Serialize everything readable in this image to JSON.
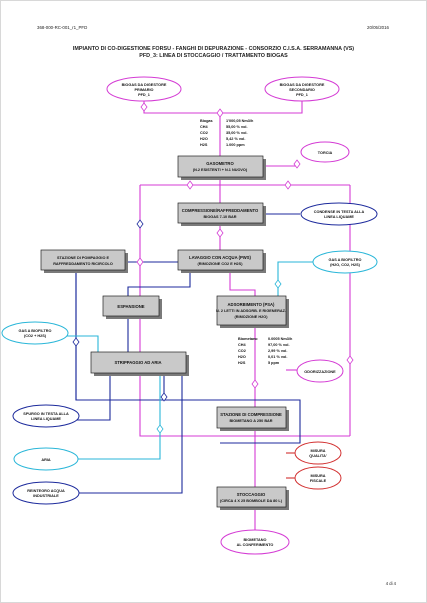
{
  "header": {
    "doc_code": "368-000-RC-001_r1_PFD",
    "date": "20/05/2016"
  },
  "title": {
    "line1": "IMPIANTO DI CO-DIGESTIONE FORSU - FANGHI DI DEPURAZIONE   -   CONSORZIO C.I.S.A. SERRAMANNA (VS)",
    "line2": "PFD_3: LINEA DI STOCCAGGIO / TRATTAMENTO BIOGAS"
  },
  "nodes": {
    "biogas_primari": [
      "BIOGAS DA DIGESTORE",
      "PRIMARIO",
      "PFD_1"
    ],
    "biogas_secondario": [
      "BIOGAS DA DIGESTORE",
      "SECONDARIO",
      "PFD_1"
    ],
    "gasometro": [
      "GASOMETRO",
      "(N.2 ESISTENTI + N.1 NUOVO)"
    ],
    "torcia": [
      "TORCIA"
    ],
    "compressione": [
      "COMPRESSIONE/RAFFREDDAMENTO",
      "BIOGAS 7-10 BAR"
    ],
    "condense": [
      "CONDENSE IN TESTA ALLA",
      "LINEA LIQUAME"
    ],
    "stazione_pompaggio": [
      "STAZIONE DI POMPAGGIO E",
      "RAFFREDDAMENTO RICIRCOLO"
    ],
    "lavaggio": [
      "LAVAGGIO CON ACQUA (PWS)",
      "(RIMOZIONE CO2 E H2S)"
    ],
    "gas_biofiltro_1": [
      "GAS A BIOFILTRO",
      "(H2O, CO2, H2S)"
    ],
    "espansione": [
      "ESPANSIONE"
    ],
    "adsorbimento": [
      "ADSORBIMENTO (PSA)",
      "N. 2 LETTI IN ADSORB. E RIGENERAZ.",
      "(RIMOZIONE H2O)"
    ],
    "gas_biofiltro_2": [
      "GAS A BIOFILTRO",
      "(CO2 + H2S)"
    ],
    "strippaggio": [
      "STRIPPAGGIO AD ARIA"
    ],
    "odorizzazione": [
      "ODORIZZAZIONE"
    ],
    "spurgo": [
      "SPURGO IN TESTA ALLA",
      "LINEA LIQUAME"
    ],
    "stazione_compressione": [
      "STAZIONE DI COMPRESSIONE",
      "BIOMETANO A 250 BAR"
    ],
    "aria": [
      "ARIA"
    ],
    "misura_qualita": [
      "MISURA",
      "QUALITA'"
    ],
    "misura_fiscale": [
      "MISURA",
      "FISCALE"
    ],
    "reintegro": [
      "REINTEGRO ACQUA",
      "INDUSTRIALE"
    ],
    "stoccaggio": [
      "STOCCAGGIO",
      "(CIRCA 4 X 25 BOMBOLE DA 80 L)"
    ],
    "biometano": [
      "BIOMETANO",
      "AL CONFERIMENTO"
    ]
  },
  "biogas_table": {
    "rows": [
      [
        "Biogas",
        "1'000,05 Nm3/h"
      ],
      [
        "CH4",
        "55,00 % vol."
      ],
      [
        "CO2",
        "35,00 % vol."
      ],
      [
        "H2O",
        "5,42 % vol."
      ],
      [
        "H2S",
        "1.000 ppm"
      ]
    ]
  },
  "biomethane_table": {
    "rows": [
      [
        "Biometano",
        "0.0005 Nm3/h"
      ],
      [
        "CH4",
        "97,00 % vol."
      ],
      [
        "CO2",
        "2,99 % vol."
      ],
      [
        "H2O",
        "0,01 % vol."
      ],
      [
        "H2S",
        "5 ppm"
      ]
    ]
  },
  "footer": {
    "page": "4 di 4"
  },
  "colors": {
    "magenta": "#d43bd4",
    "blue": "#1c2a9c",
    "cyan": "#29b6d8",
    "red": "#d23030",
    "box": "#c9c9c9"
  }
}
